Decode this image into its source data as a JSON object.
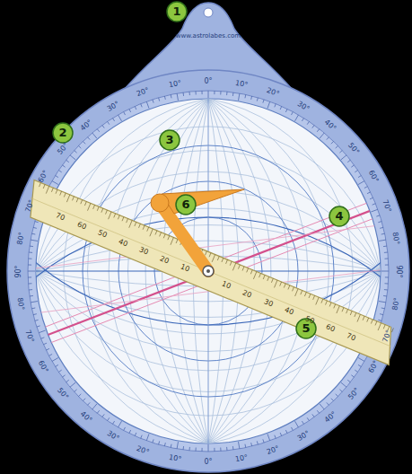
{
  "diagram": {
    "nodes": [
      {
        "text": [
          "1"
        ]
      },
      {
        "text": [
          "2"
        ]
      },
      {
        "text": [
          "3"
        ]
      },
      {
        "text": [
          "4"
        ]
      },
      {
        "text": [
          "5"
        ]
      },
      {
        "text": [
          "6"
        ]
      }
    ],
    "labels": [
      "www.astrolabes.com",
      "0°",
      "10°",
      "20°",
      "30°",
      "40°",
      "50°",
      "60°",
      "70°",
      "80°",
      "90°",
      "80°",
      "70°",
      "60°",
      "50°",
      "40°",
      "30°",
      "20°",
      "10°",
      "0°",
      "10°",
      "20°",
      "30°",
      "40°",
      "50°",
      "60°",
      "70°",
      "80°",
      "90°",
      "80°",
      "70°",
      "60°",
      "50°",
      "40°",
      "30°",
      "20°",
      "10°",
      "70",
      "60",
      "50",
      "40",
      "30",
      "20",
      "10",
      "10",
      "20",
      "30",
      "40",
      "50",
      "60",
      "70"
    ]
  }
}
